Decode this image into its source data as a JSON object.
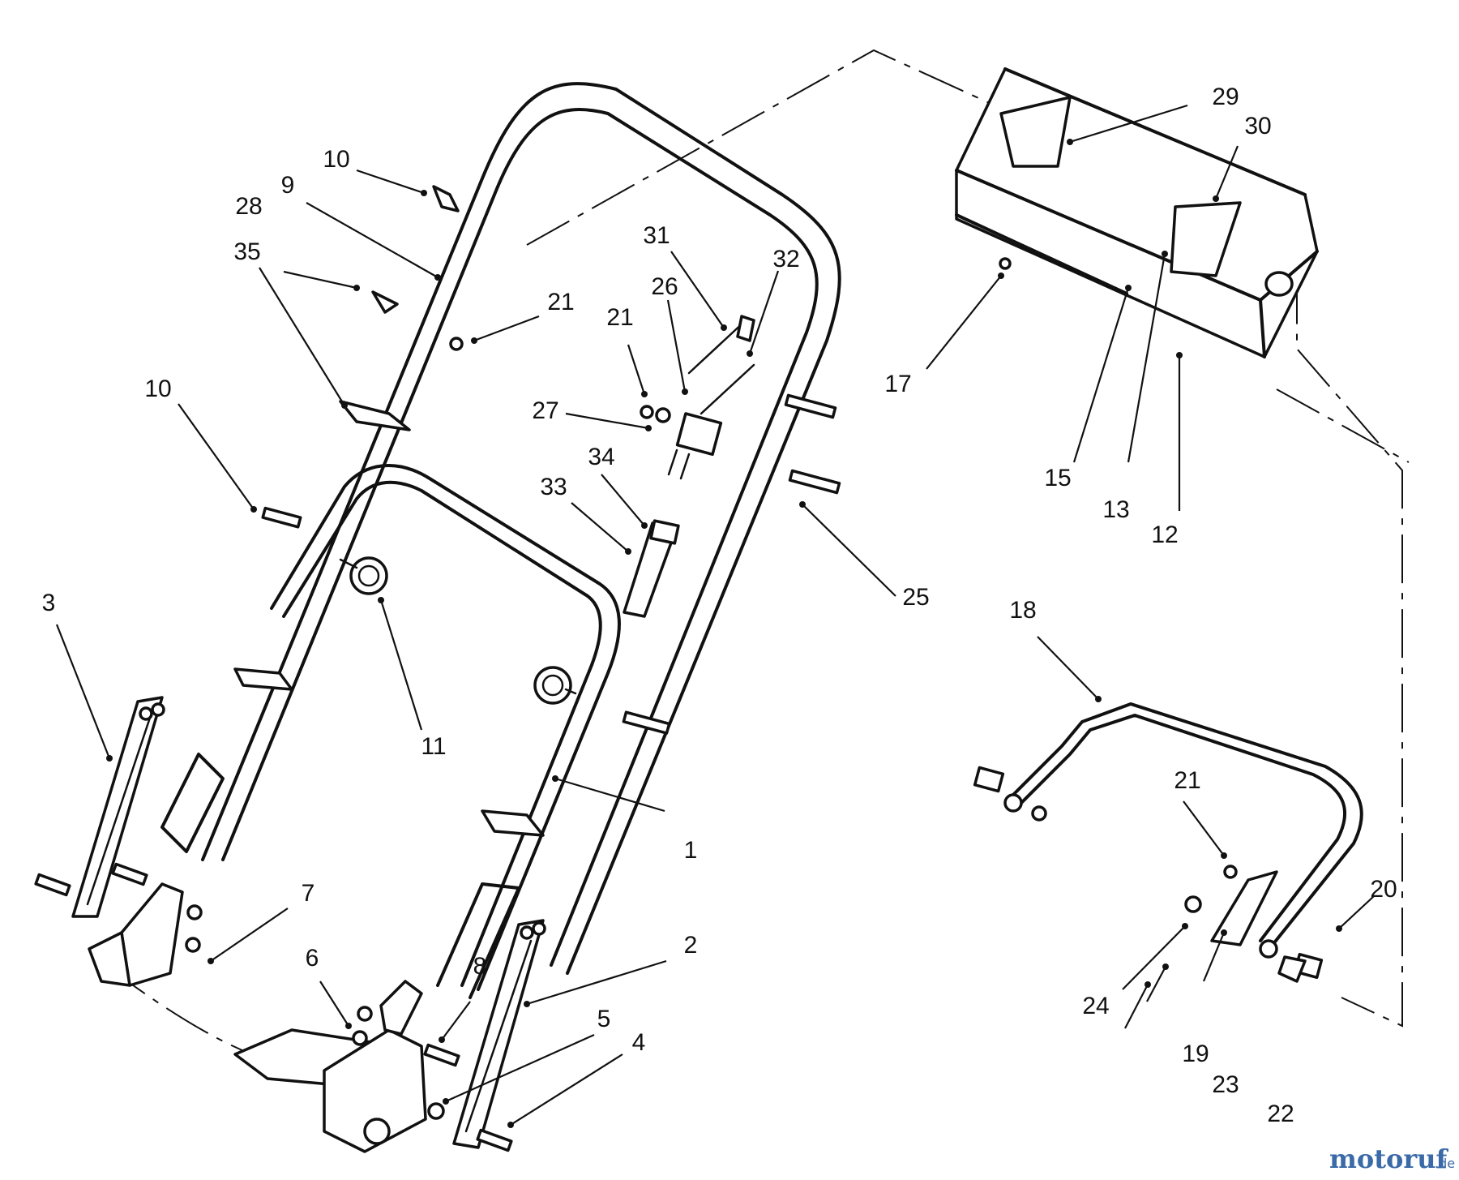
{
  "callouts": [
    "1",
    "2",
    "3",
    "4",
    "5",
    "6",
    "7",
    "8",
    "9",
    "10",
    "10",
    "11",
    "12",
    "13",
    "15",
    "17",
    "18",
    "19",
    "20",
    "21",
    "21",
    "21",
    "22",
    "23",
    "24",
    "25",
    "26",
    "27",
    "28",
    "29",
    "30",
    "31",
    "32",
    "33",
    "34",
    "35"
  ],
  "watermark": {
    "brand": "motoruf",
    "suffix": ".de",
    "color_main": "#3a6aa8",
    "color_dot": "#d04a2a"
  }
}
